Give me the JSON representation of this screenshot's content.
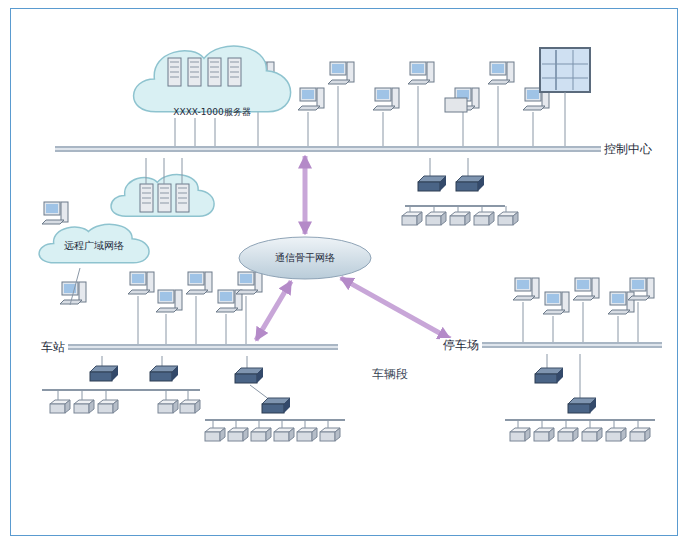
{
  "diagram": {
    "nodes": [
      {
        "text": [
          "XXXX-1000服务器"
        ]
      },
      {
        "text": [
          "远程广域网络"
        ]
      },
      {
        "text": [
          "通信骨干网络"
        ]
      },
      {
        "text": [
          "控制中心"
        ]
      },
      {
        "text": [
          "车站"
        ]
      },
      {
        "text": [
          "停车场"
        ]
      }
    ],
    "edges": [
      {
        "from": 2,
        "to": 3,
        "arrow": "both"
      },
      {
        "from": 2,
        "to": 4,
        "arrow": "both"
      },
      {
        "from": 2,
        "to": 5,
        "arrow": "both"
      }
    ],
    "labels": [
      "车辆段"
    ]
  }
}
